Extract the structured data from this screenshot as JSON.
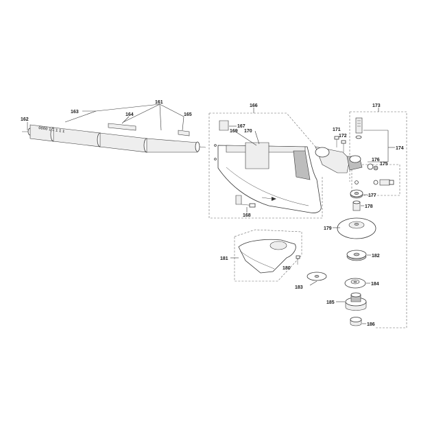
{
  "diagram": {
    "part_numbers": {
      "p161": "161",
      "p162": "162",
      "p163": "163",
      "p164": "164",
      "p165": "165",
      "p166": "166",
      "p167": "167",
      "p168": "168",
      "p169": "169",
      "p170": "170",
      "p171": "171",
      "p172": "172",
      "p173": "173",
      "p174": "174",
      "p175": "175",
      "p176": "176",
      "p177": "177",
      "p178": "178",
      "p179": "179",
      "p180": "180",
      "p181": "181",
      "p182": "182",
      "p183": "183",
      "p184": "184",
      "p185": "185",
      "p186": "186"
    },
    "shaft_label_text": "0000 1 1 1 1 1"
  }
}
